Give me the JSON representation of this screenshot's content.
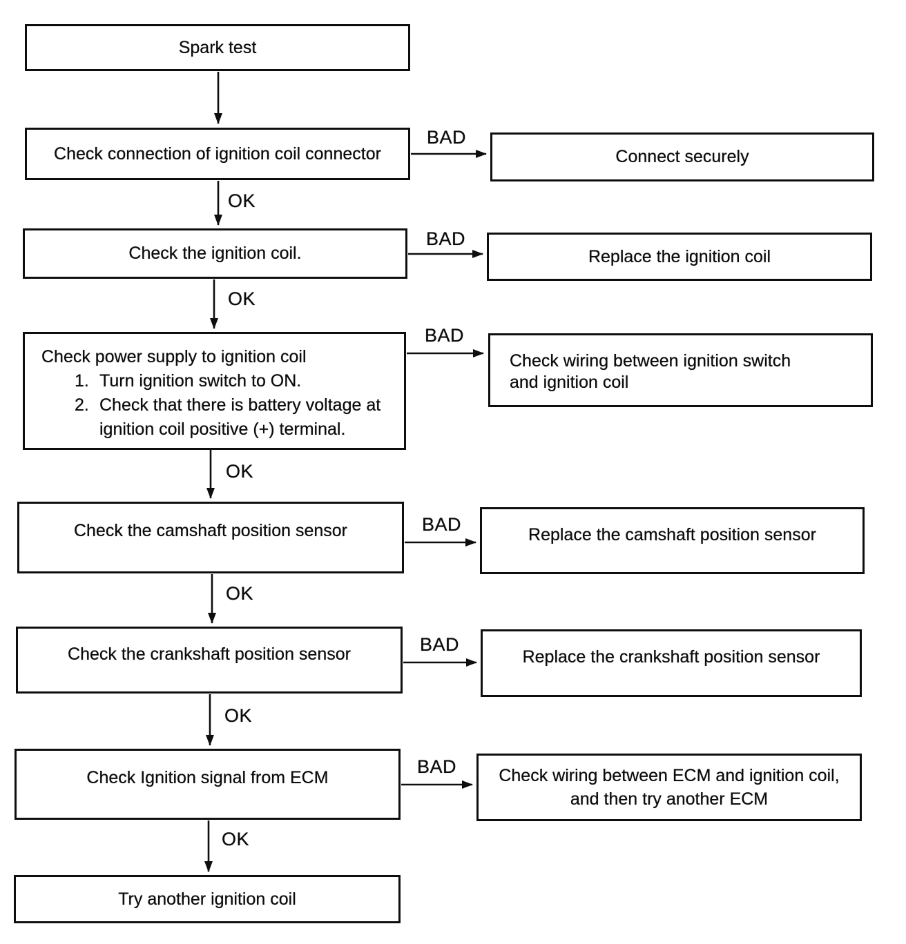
{
  "labels": {
    "ok": "OK",
    "bad": "BAD"
  },
  "colors": {
    "ink": "#0e0e0e",
    "paper": "#ffffff"
  },
  "nodes": {
    "spark_test": "Spark test",
    "check_connection": "Check connection of ignition coil connector",
    "check_coil": "Check the ignition coil.",
    "power_supply": {
      "title": "Check power supply to ignition coil",
      "step1_num": "1.",
      "step1": "Turn ignition switch to ON.",
      "step2_num": "2.",
      "step2": "Check that there is battery voltage at ignition coil positive (+) terminal."
    },
    "check_camshaft": "Check the camshaft position sensor",
    "check_crankshaft": "Check the crankshaft position sensor",
    "check_ecm_signal": "Check Ignition signal from ECM",
    "try_another_coil": "Try another ignition coil",
    "connect_securely": "Connect securely",
    "replace_coil": "Replace the ignition coil",
    "check_wiring_switch": "Check wiring between ignition switch and ignition coil",
    "replace_camshaft": "Replace the camshaft position sensor",
    "replace_crankshaft": "Replace the crankshaft position sensor",
    "check_wiring_ecm": "Check wiring between ECM and ignition coil, and then try another ECM"
  }
}
